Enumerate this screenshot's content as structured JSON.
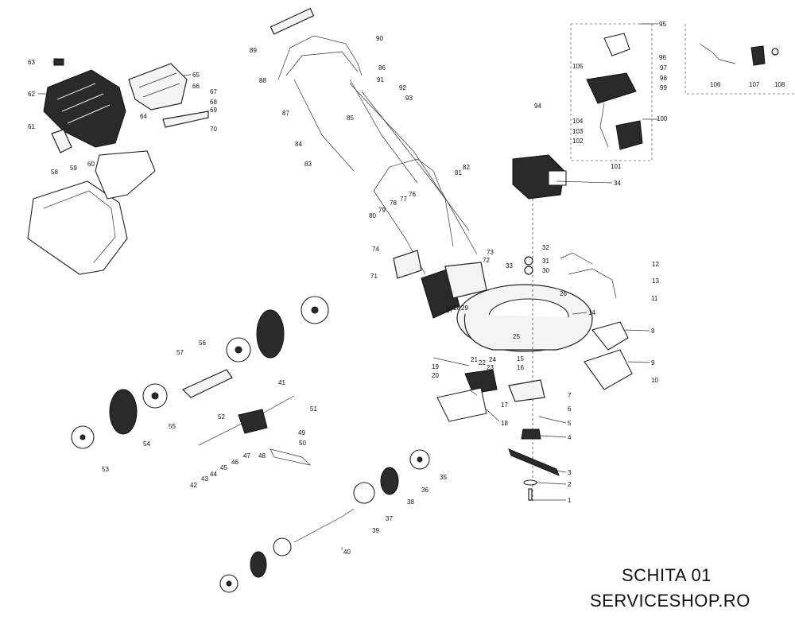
{
  "caption": {
    "line1": "SCHITA 01",
    "line2": "SERVICESHOP.RO"
  },
  "part_numbers": [
    "1",
    "2",
    "3",
    "4",
    "5",
    "6",
    "7",
    "8",
    "9",
    "10",
    "11",
    "12",
    "13",
    "14",
    "15",
    "16",
    "17",
    "18",
    "19",
    "20",
    "21",
    "22",
    "23",
    "24",
    "25",
    "26",
    "27",
    "28",
    "29",
    "30",
    "31",
    "32",
    "33",
    "34",
    "35",
    "36",
    "37",
    "38",
    "39",
    "40",
    "41",
    "42",
    "43",
    "44",
    "45",
    "46",
    "47",
    "48",
    "49",
    "50",
    "51",
    "52",
    "53",
    "54",
    "55",
    "56",
    "57",
    "58",
    "59",
    "60",
    "61",
    "62",
    "63",
    "64",
    "65",
    "66",
    "67",
    "68",
    "69",
    "70",
    "71",
    "72",
    "73",
    "74",
    "76",
    "77",
    "78",
    "79",
    "80",
    "81",
    "82",
    "83",
    "84",
    "85",
    "86",
    "87",
    "88",
    "89",
    "90",
    "91",
    "92",
    "93",
    "94",
    "95",
    "96",
    "97",
    "98",
    "99",
    "100",
    "101",
    "102",
    "103",
    "104",
    "105",
    "106",
    "107",
    "108"
  ]
}
